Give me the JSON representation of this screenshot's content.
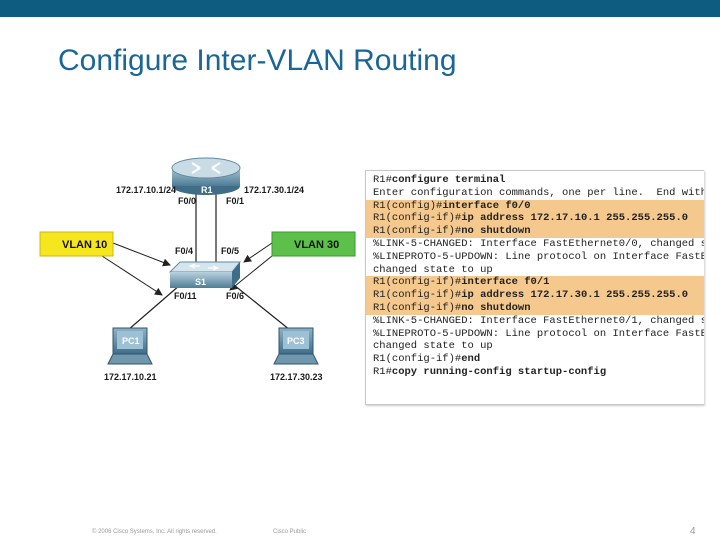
{
  "slide": {
    "title": "Configure Inter-VLAN Routing",
    "footer_copyright": "© 2006 Cisco Systems, Inc. All rights reserved.",
    "footer_classification": "Cisco Public",
    "page_number": "4"
  },
  "topology": {
    "router": {
      "name": "R1",
      "ip_left": "172.17.10.1/24",
      "ip_right": "172.17.30.1/24",
      "port_left": "F0/0",
      "port_right": "F0/1"
    },
    "switch": {
      "name": "S1",
      "port_f04": "F0/4",
      "port_f05": "F0/5",
      "port_f011": "F0/11",
      "port_f06": "F0/6"
    },
    "vlan_left": {
      "label": "VLAN 10",
      "color": "#f5e61e"
    },
    "vlan_right": {
      "label": "VLAN 30",
      "color": "#5cc04a"
    },
    "pc1": {
      "name": "PC1",
      "ip": "172.17.10.21"
    },
    "pc3": {
      "name": "PC3",
      "ip": "172.17.30.23"
    }
  },
  "cli": {
    "highlight_color": "#f5c98d",
    "lines": [
      {
        "prompt": "R1#",
        "cmd": "configure terminal",
        "rest": "",
        "hl": false
      },
      {
        "prompt": "Enter configuration commands, one per line.  End with",
        "cmd": "",
        "rest": "",
        "hl": false
      },
      {
        "prompt": "R1(config)#",
        "cmd": "interface f0/0",
        "rest": "",
        "hl": true
      },
      {
        "prompt": "R1(config-if)#",
        "cmd": "ip address 172.17.10.1 255.255.255.0",
        "rest": "",
        "hl": true
      },
      {
        "prompt": "R1(config-if)#",
        "cmd": "no shutdown",
        "rest": "",
        "hl": true
      },
      {
        "prompt": "%LINK-5-CHANGED: Interface FastEthernet0/0, changed s",
        "cmd": "",
        "rest": "",
        "hl": false
      },
      {
        "prompt": "%LINEPROTO-5-UPDOWN: Line protocol on Interface FastE",
        "cmd": "",
        "rest": "",
        "hl": false
      },
      {
        "prompt": "changed state to up",
        "cmd": "",
        "rest": "",
        "hl": false
      },
      {
        "prompt": "R1(config-if)#",
        "cmd": "interface f0/1",
        "rest": "",
        "hl": true
      },
      {
        "prompt": "R1(config-if)#",
        "cmd": "ip address 172.17.30.1 255.255.255.0",
        "rest": "",
        "hl": true
      },
      {
        "prompt": "R1(config-if)#",
        "cmd": "no shutdown",
        "rest": "",
        "hl": true
      },
      {
        "prompt": "%LINK-5-CHANGED: Interface FastEthernet0/1, changed s",
        "cmd": "",
        "rest": "",
        "hl": false
      },
      {
        "prompt": "%LINEPROTO-5-UPDOWN: Line protocol on Interface FastE",
        "cmd": "",
        "rest": "",
        "hl": false
      },
      {
        "prompt": "changed state to up",
        "cmd": "",
        "rest": "",
        "hl": false
      },
      {
        "prompt": "R1(config-if)#",
        "cmd": "end",
        "rest": "",
        "hl": false
      },
      {
        "prompt": "R1#",
        "cmd": "copy running-config startup-config",
        "rest": "",
        "hl": false
      }
    ]
  }
}
